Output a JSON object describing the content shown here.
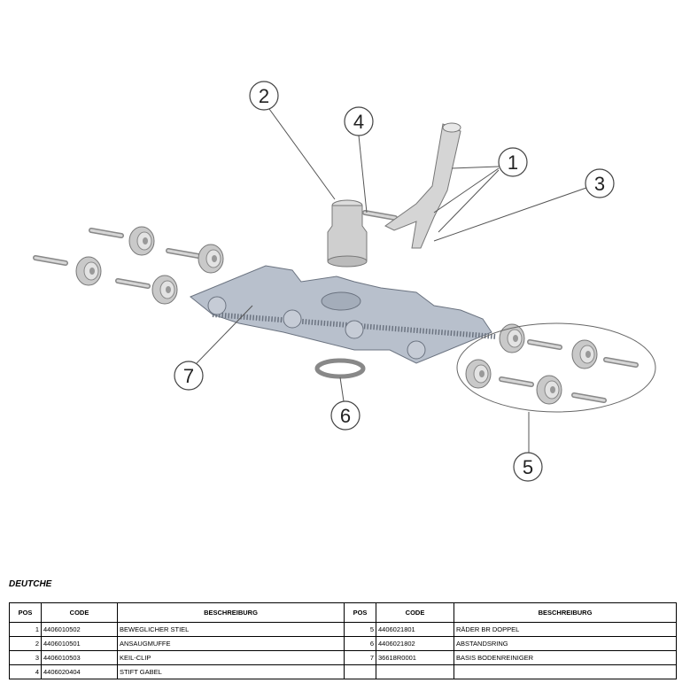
{
  "diagram": {
    "callouts": [
      "1",
      "2",
      "3",
      "4",
      "5",
      "6",
      "7"
    ]
  },
  "section_title": "DEUTCHE",
  "table_headers": {
    "pos": "POS",
    "code": "CODE",
    "desc": "BESCHREIBURG"
  },
  "left_rows": [
    {
      "pos": "1",
      "code": "4406010502",
      "desc": "BEWEGLICHER STIEL"
    },
    {
      "pos": "2",
      "code": "4406010501",
      "desc": "ANSAUGMUFFE"
    },
    {
      "pos": "3",
      "code": "4406010503",
      "desc": "KEIL-CLIP"
    },
    {
      "pos": "4",
      "code": "4406020404",
      "desc": "STIFT GABEL"
    }
  ],
  "right_rows": [
    {
      "pos": "5",
      "code": "4406021801",
      "desc": "RÄDER BR DOPPEL"
    },
    {
      "pos": "6",
      "code": "4406021802",
      "desc": "ABSTANDSRING"
    },
    {
      "pos": "7",
      "code": "36618R0001",
      "desc": "BASIS BODENREINIGER"
    },
    {
      "pos": "",
      "code": "",
      "desc": ""
    }
  ]
}
